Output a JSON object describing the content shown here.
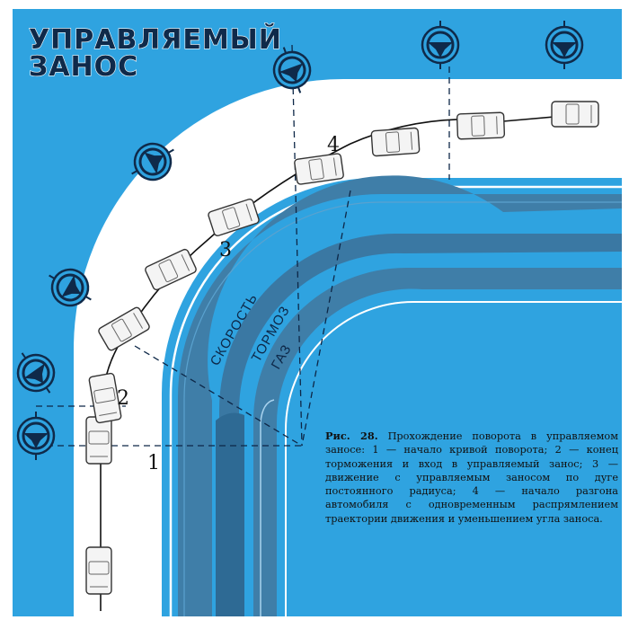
{
  "title": {
    "line1": "УПРАВЛЯЕМЫЙ",
    "line2": "ЗАНОС"
  },
  "caption": {
    "head": "Рис. 28.",
    "body": "Прохождение поворота в управляемом заносе: 1 — начало кривой поворота; 2 — конец торможения и вход в управляемый занос; 3 — движение с управляемым заносом по дуге постоянного радиуса; 4 — начало разгона автомобиля с одновременным распрямлением траектории движения и уменьшением угла заноса."
  },
  "markers": {
    "m1": "1",
    "m2": "2",
    "m3": "3",
    "m4": "4"
  },
  "bands": {
    "speed": "СКОРОСТЬ",
    "brake": "ТОРМОЗ",
    "gas": "ГАЗ"
  },
  "colors": {
    "background_blue": "#2fa3e0",
    "road_white": "#ffffff",
    "band_dark": "#3f7ea8",
    "band_mid": "#4f95c4",
    "wheel_dark": "#0f2a4a",
    "car_white": "#f4f4f4"
  },
  "icons": [
    "steering-wheel-icon",
    "car-icon"
  ]
}
